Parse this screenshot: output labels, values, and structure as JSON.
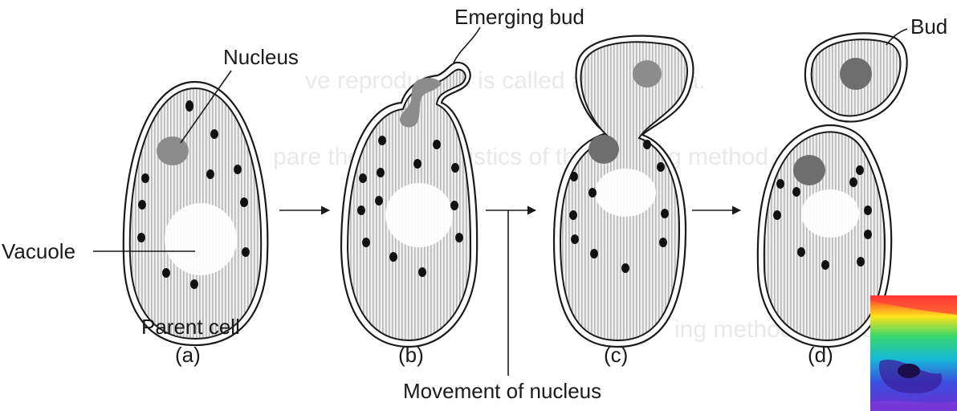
{
  "labels": {
    "nucleus": "Nucleus",
    "vacuole": "Vacuole",
    "parent_cell": "Parent cell",
    "emerging_bud": "Emerging bud",
    "bud": "Bud",
    "movement_of_nucleus": "Movement of nucleus"
  },
  "stages": [
    "(a)",
    "(b)",
    "(c)",
    "(d)"
  ],
  "colors": {
    "cytoplasm_stripe": "#b9b9b9",
    "nucleus": "#8c8c8c",
    "granule": "#111111",
    "outline": "#1a1a1a"
  },
  "icons": {
    "arrow_1": "arrow-right-icon",
    "arrow_2": "arrow-right-icon",
    "arrow_3": "arrow-right-icon",
    "thermal_inset": "thermal-image-icon"
  }
}
